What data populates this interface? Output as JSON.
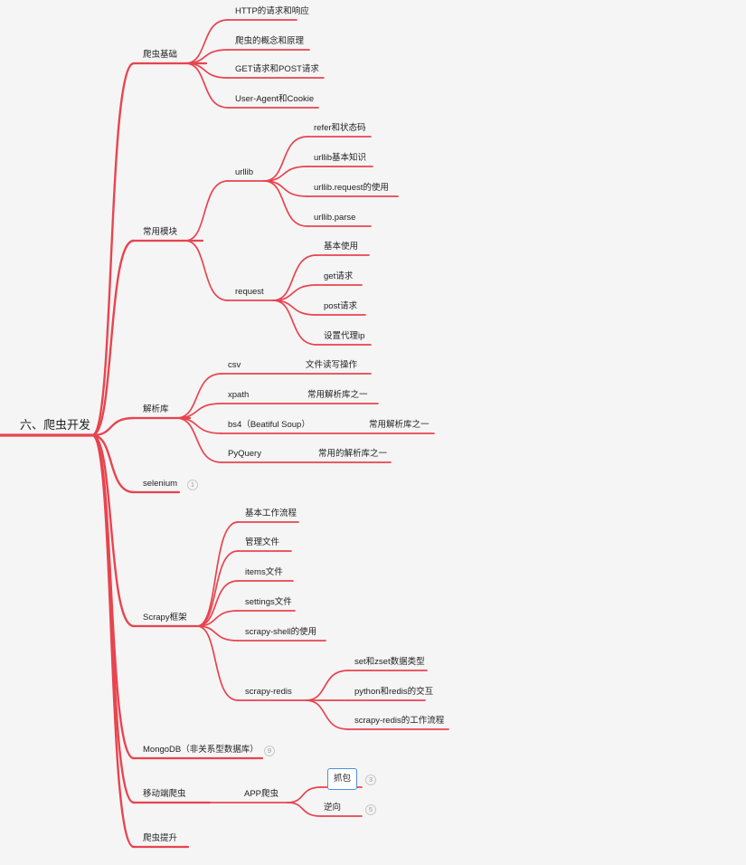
{
  "root": "六、爬虫开发",
  "branches": {
    "basics": {
      "label": "爬虫基础",
      "items": [
        "HTTP的请求和响应",
        "爬虫的概念和原理",
        "GET请求和POST请求",
        "User-Agent和Cookie"
      ]
    },
    "modules": {
      "label": "常用模块",
      "urllib": {
        "label": "urllib",
        "items": [
          "refer和状态码",
          "urllib基本知识",
          "urllib.request的使用",
          "urllib.parse"
        ]
      },
      "request": {
        "label": "request",
        "items": [
          "基本使用",
          "get请求",
          "post请求",
          "设置代理ip"
        ]
      }
    },
    "parsers": {
      "label": "解析库",
      "items": [
        {
          "name": "csv",
          "note": "文件读写操作"
        },
        {
          "name": "xpath",
          "note": "常用解析库之一"
        },
        {
          "name": "bs4（Beatiful Soup）",
          "note": "常用解析库之一"
        },
        {
          "name": "PyQuery",
          "note": "常用的解析库之一"
        }
      ]
    },
    "selenium": {
      "label": "selenium",
      "badge": "1"
    },
    "scrapy": {
      "label": "Scrapy框架",
      "items": [
        "基本工作流程",
        "管理文件",
        "items文件",
        "settings文件",
        "scrapy-shell的使用"
      ],
      "redis": {
        "label": "scrapy-redis",
        "items": [
          "set和zset数据类型",
          "python和redis的交互",
          "scrapy-redis的工作流程"
        ]
      }
    },
    "mongodb": {
      "label": "MongoDB（非关系型数据库）",
      "badge": "9"
    },
    "mobile": {
      "label": "移动端爬虫",
      "app": {
        "label": "APP爬虫",
        "items": [
          {
            "name": "抓包",
            "badge": "3"
          },
          {
            "name": "逆向",
            "badge": "5"
          }
        ]
      }
    },
    "advanced": {
      "label": "爬虫提升"
    }
  },
  "colors": {
    "line": "#e8444f",
    "background": "#f5f5f5",
    "selected": "#4a90e2"
  }
}
